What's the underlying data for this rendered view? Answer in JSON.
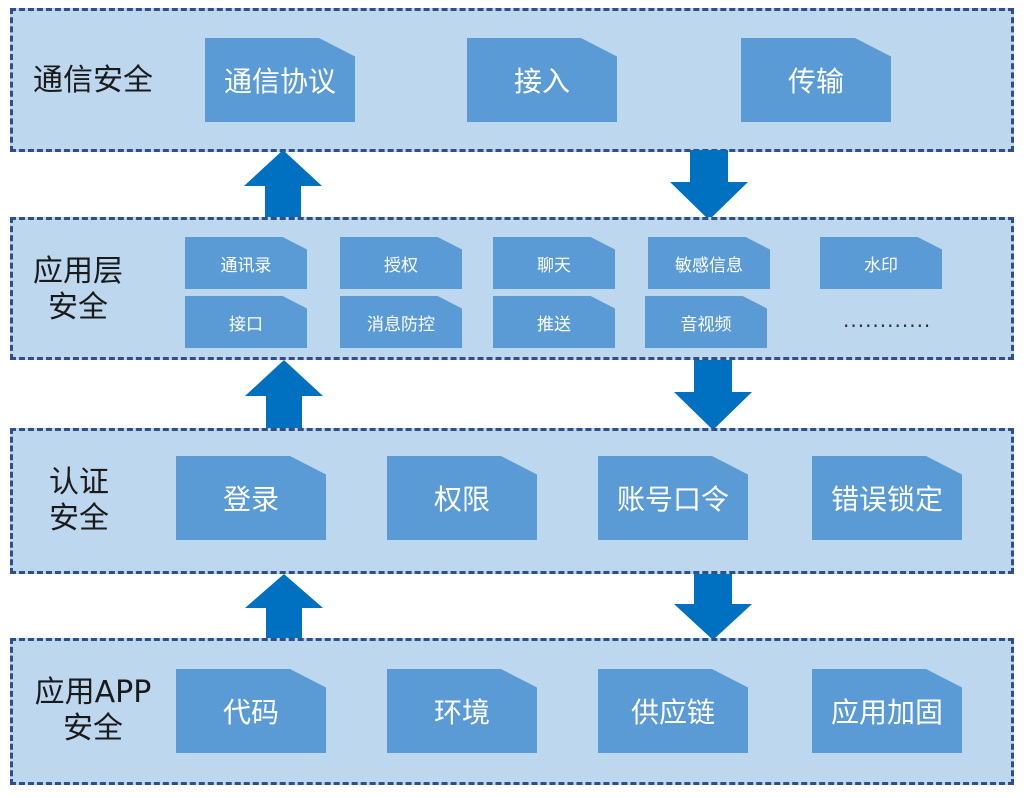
{
  "colors": {
    "layer_fill": "#bdd7ee",
    "layer_border": "#2f4f86",
    "box_fill": "#5b9bd5",
    "box_text": "#ffffff",
    "arrow": "#0070c0"
  },
  "layers": [
    {
      "label": "通信安全",
      "items": [
        "通信协议",
        "接入",
        "传输"
      ]
    },
    {
      "label": "应用层\n安全",
      "row1": [
        "通讯录",
        "授权",
        "聊天",
        "敏感信息",
        "水印"
      ],
      "row2": [
        "接口",
        "消息防控",
        "推送",
        "音视频"
      ],
      "ellipsis": "............"
    },
    {
      "label": "认证\n安全",
      "items": [
        "登录",
        "权限",
        "账号口令",
        "错误锁定"
      ]
    },
    {
      "label": "应用APP\n安全",
      "items": [
        "代码",
        "环境",
        "供应链",
        "应用加固"
      ]
    }
  ],
  "arrows": [
    {
      "between": "应用层安全 → 通信安全",
      "direction": "up"
    },
    {
      "between": "通信安全 → 应用层安全",
      "direction": "down"
    },
    {
      "between": "认证安全 → 应用层安全",
      "direction": "up"
    },
    {
      "between": "应用层安全 → 认证安全",
      "direction": "down"
    },
    {
      "between": "应用APP安全 → 认证安全",
      "direction": "up"
    },
    {
      "between": "认证安全 → 应用APP安全",
      "direction": "down"
    }
  ]
}
